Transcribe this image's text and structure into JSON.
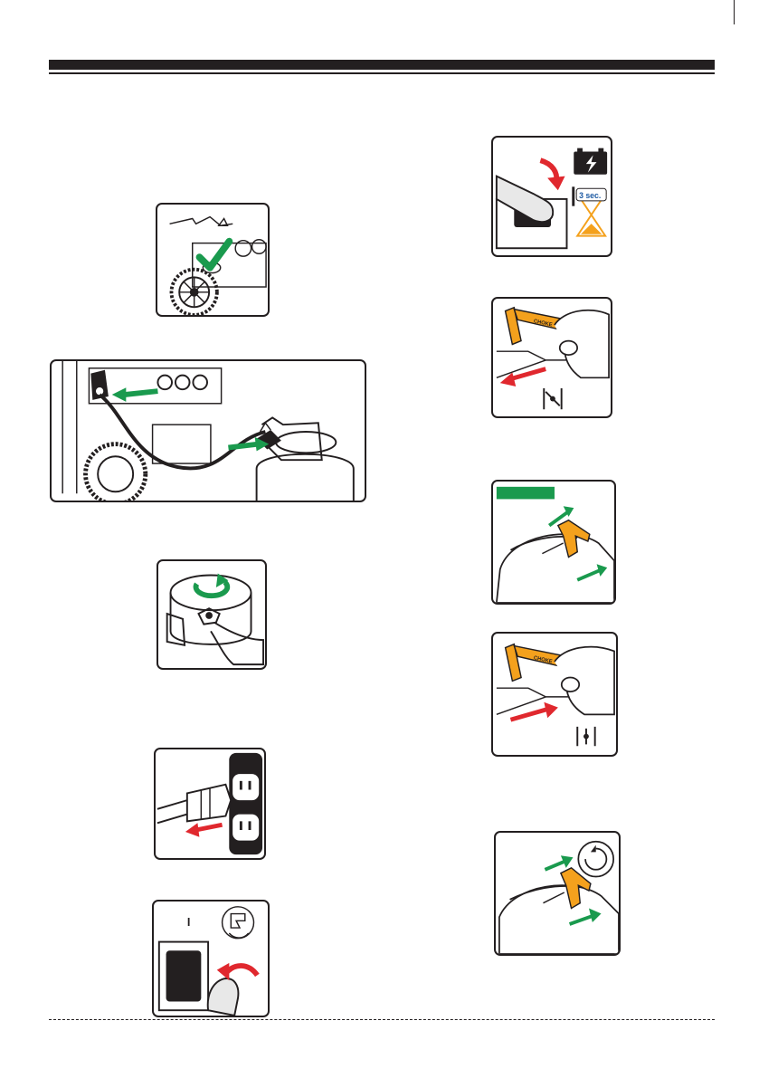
{
  "page": {
    "header_band": "",
    "footer": ""
  },
  "figures": {
    "battery_timer": {
      "timer_label": "3 sec."
    },
    "choke_on": {
      "lever_label": "CHOKE",
      "symbol": "|\\|"
    },
    "recoil_start": {
      "tag": ""
    },
    "choke_off": {
      "lever_label": "CHOKE",
      "symbol": "|+|"
    },
    "switch_on": {
      "mark": "I"
    }
  },
  "colors": {
    "green": "#1a9a4e",
    "red": "#e0282e",
    "orange": "#f4a11d",
    "ink": "#231f20"
  }
}
